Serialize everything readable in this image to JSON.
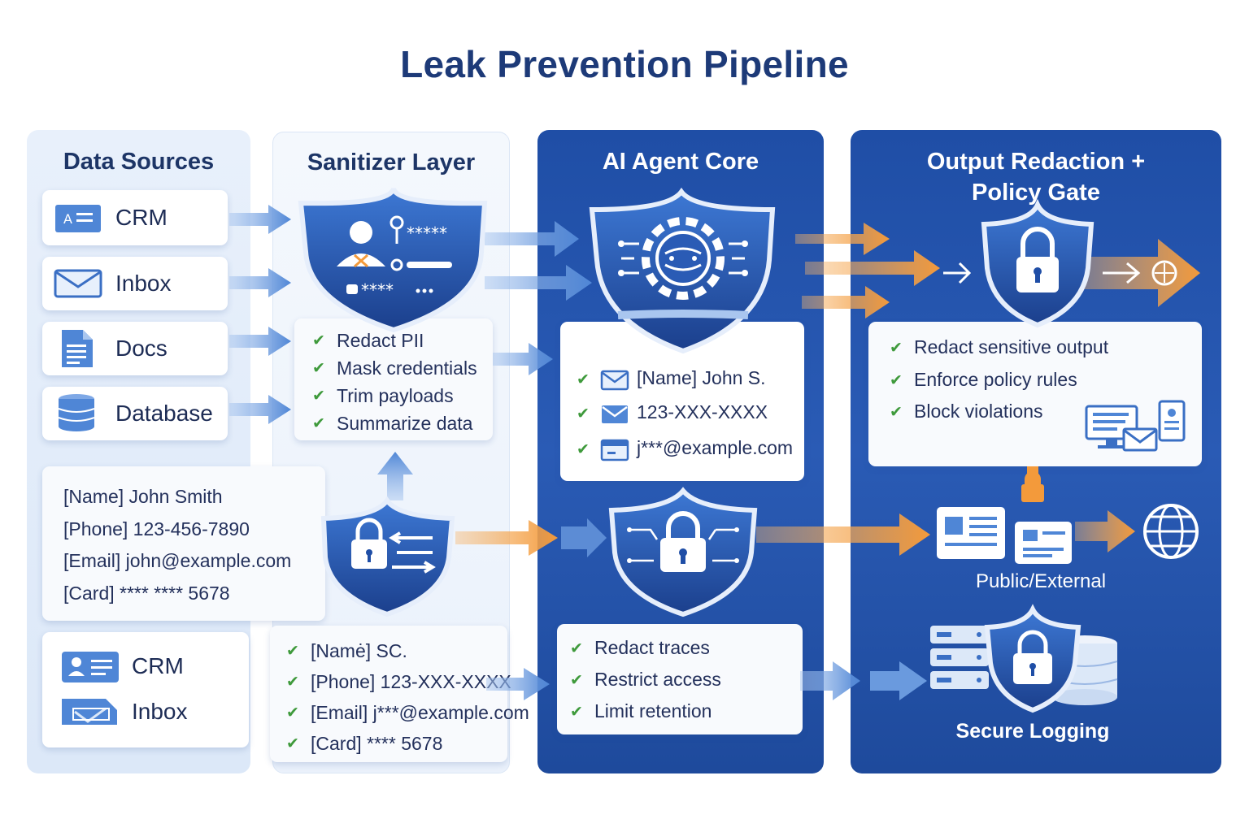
{
  "title": "Leak Prevention Pipeline",
  "columns": {
    "sources": {
      "heading": "Data Sources"
    },
    "sanitizer": {
      "heading": "Sanitizer Layer"
    },
    "core": {
      "heading": "AI Agent Core"
    },
    "output": {
      "heading": "Output Redaction + Policy Gate"
    }
  },
  "sources": [
    {
      "label": "CRM",
      "icon": "crm-card-icon"
    },
    {
      "label": "Inbox",
      "icon": "envelope-icon"
    },
    {
      "label": "Docs",
      "icon": "document-icon"
    },
    {
      "label": "Database",
      "icon": "database-icon"
    }
  ],
  "raw_record": [
    "[Name] John Smith",
    "[Phone] 123-456-7890",
    "[Email] john@example.com",
    "[Card] **** **** 5678"
  ],
  "bottom_sources": [
    {
      "label": "CRM",
      "icon": "contact-card-icon"
    },
    {
      "label": "Inbox",
      "icon": "inbox-tray-icon"
    }
  ],
  "sanitizer_rules": [
    "Redact PII",
    "Mask credentials",
    "Trim payloads",
    "Summarize data"
  ],
  "sanitized_record": [
    "[Namė] SC.",
    "[Phone] 123-XXX-XXXX",
    "[Email] j***@example.com",
    "[Card] **** 5678"
  ],
  "core_record": [
    "[Name] John S.",
    "123-XXX-XXXX",
    "j***@example.com"
  ],
  "core_controls": [
    "Redact traces",
    "Restrict access",
    "Limit retention"
  ],
  "output_rules": [
    "Redact sensitive output",
    "Enforce policy rules",
    "Block violations"
  ],
  "public_label": "Public/External",
  "logging_label": "Secure Logging",
  "shield_masks": {
    "stars_top": "*****",
    "stars_bottom": "****"
  },
  "colors": {
    "accent_blue": "#2a5bb5",
    "dark_panel": "#1f4ea6",
    "orange_flow": "#f39a3b",
    "check_green": "#3f9a3c",
    "title_navy": "#1d3a78"
  }
}
